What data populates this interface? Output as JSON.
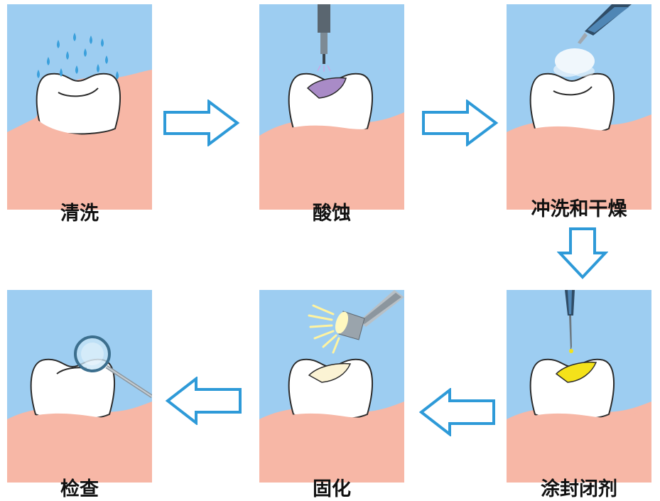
{
  "steps": [
    {
      "label": "清洗"
    },
    {
      "label": "酸蚀"
    },
    {
      "label": "冲洗和干燥"
    },
    {
      "label": "涂封闭剂"
    },
    {
      "label": "固化"
    },
    {
      "label": "检查"
    }
  ],
  "colors": {
    "sky": "#9dcdf1",
    "gum": "#f7b7a6",
    "tooth": "#ffffff",
    "tooth_outline": "#2b2b2b",
    "arrow": "#2e9ad8",
    "etch": "#a98bc7",
    "sealant": "#f4e21a",
    "cured": "#fbf3d4",
    "water": "#3aa0dc"
  },
  "icons": [
    "water-drops-icon",
    "etch-syringe-icon",
    "air-water-syringe-icon",
    "applicator-icon",
    "curing-light-icon",
    "dental-mirror-icon"
  ]
}
